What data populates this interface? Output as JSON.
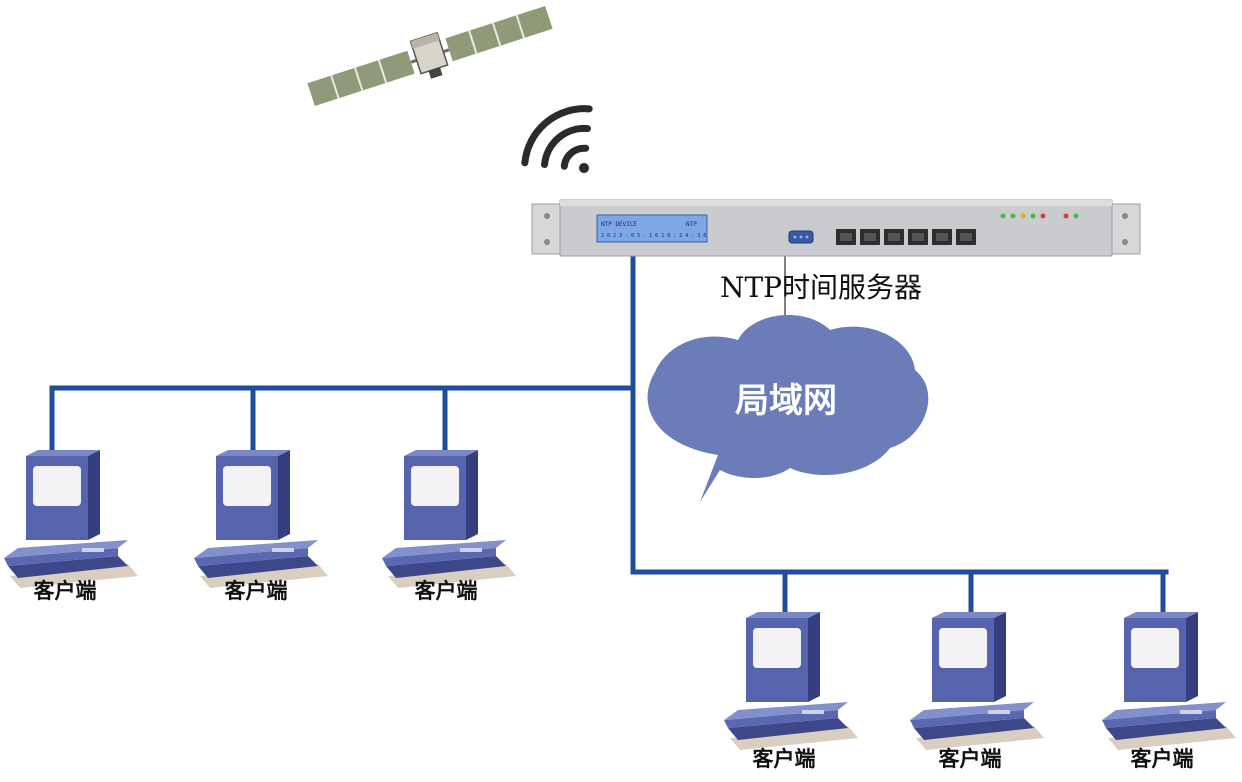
{
  "server": {
    "label": "NTP时间服务器",
    "lcd_line1_left": "NTP DEVICE",
    "lcd_line1_right": "NTP",
    "lcd_line2": "2 0 2 3 - 0 5 - 1 6   1 0 : 2 4 : 3 6"
  },
  "network": {
    "label": "局域网"
  },
  "clients": [
    {
      "label": "客户端"
    },
    {
      "label": "客户端"
    },
    {
      "label": "客户端"
    },
    {
      "label": "客户端"
    },
    {
      "label": "客户端"
    },
    {
      "label": "客户端"
    }
  ],
  "icons": {
    "satellite": "satellite-icon",
    "wifi": "wifi-signal-icon",
    "computer": "computer-icon",
    "cloud": "cloud-icon"
  },
  "colors": {
    "link": "#1f4e9c",
    "cloud": "#6b7db9",
    "computer": "#5564ad",
    "computer_dark": "#353f80",
    "computer_screen": "#f3f3f6",
    "server_body": "#c9cbce",
    "lcd": "#7ea7e8"
  }
}
